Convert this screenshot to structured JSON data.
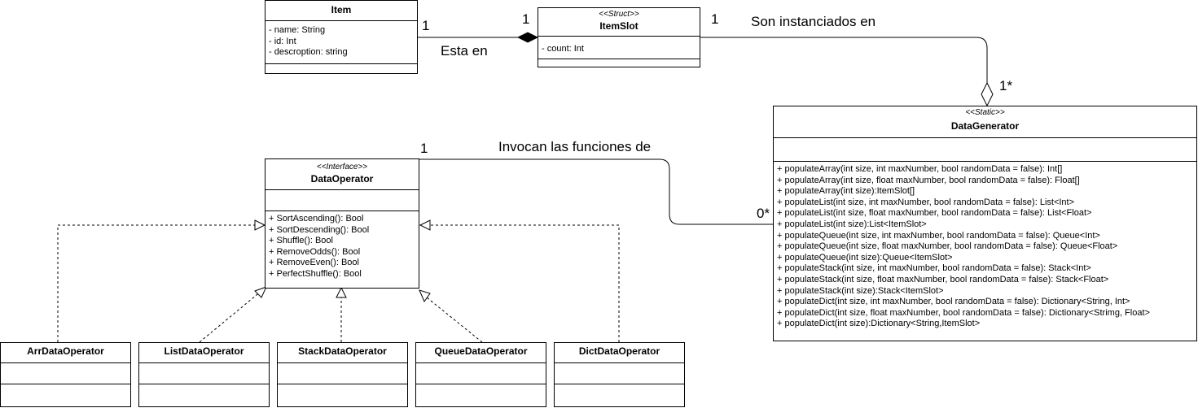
{
  "classes": {
    "item": {
      "name": "Item",
      "attributes": [
        "- name: String",
        "- id: Int",
        "- descroption: string"
      ]
    },
    "item_slot": {
      "stereotype": "<<Struct>>",
      "name": "ItemSlot",
      "attributes": [
        "- count: Int"
      ]
    },
    "data_generator": {
      "stereotype": "<<Static>>",
      "name": "DataGenerator",
      "methods": [
        "+ populateArray(int size, int maxNumber, bool randomData = false): Int[]",
        "+ populateArray(int size, float maxNumber, bool randomData = false): Float[]",
        "+ populateArray(int size):ItemSlot[]",
        "+ populateList(int size, int maxNumber, bool randomData = false): List<Int>",
        "+ populateList(int size, float maxNumber, bool randomData = false): List<Float>",
        "+ populateList(int size):List<ItemSlot>",
        "+ populateQueue(int size, int maxNumber, bool randomData = false): Queue<Int>",
        "+ populateQueue(int size, float maxNumber, bool randomData = false): Queue<Float>",
        "+ populateQueue(int size):Queue<ItemSlot>",
        "+ populateStack(int size, int maxNumber, bool randomData = false): Stack<Int>",
        "+ populateStack(int size, float maxNumber, bool randomData = false): Stack<Float>",
        "+ populateStack(int size):Stack<ItemSlot>",
        "+ populateDict(int size, int maxNumber, bool randomData = false): Dictionary<String, Int>",
        "+ populateDict(int size, float maxNumber, bool randomData = false): Dictionary<Strimg, Float>",
        "+ populateDict(int size):Dictionary<String,ItemSlot>"
      ]
    },
    "data_operator": {
      "stereotype": "<<Interface>>",
      "name": "DataOperator",
      "methods": [
        "+ SortAscending(): Bool",
        "+ SortDescending(): Bool",
        "+ Shuffle(): Bool",
        "+ RemoveOdds(): Bool",
        "+ RemoveEven(): Bool",
        "+ PerfectShuffle(): Bool"
      ]
    },
    "implementations": [
      "ArrDataOperator",
      "ListDataOperator",
      "StackDataOperator",
      "QueueDataOperator",
      "DictDataOperator"
    ]
  },
  "relations": {
    "composition": {
      "label": "Esta en",
      "mult_item": "1",
      "mult_slot": "1"
    },
    "aggregation": {
      "label": "Son instanciados en",
      "mult_slot": "1",
      "mult_generator": "1*"
    },
    "association": {
      "label": "Invocan las funciones de",
      "mult_operator": "1",
      "mult_generator": "0*"
    }
  }
}
